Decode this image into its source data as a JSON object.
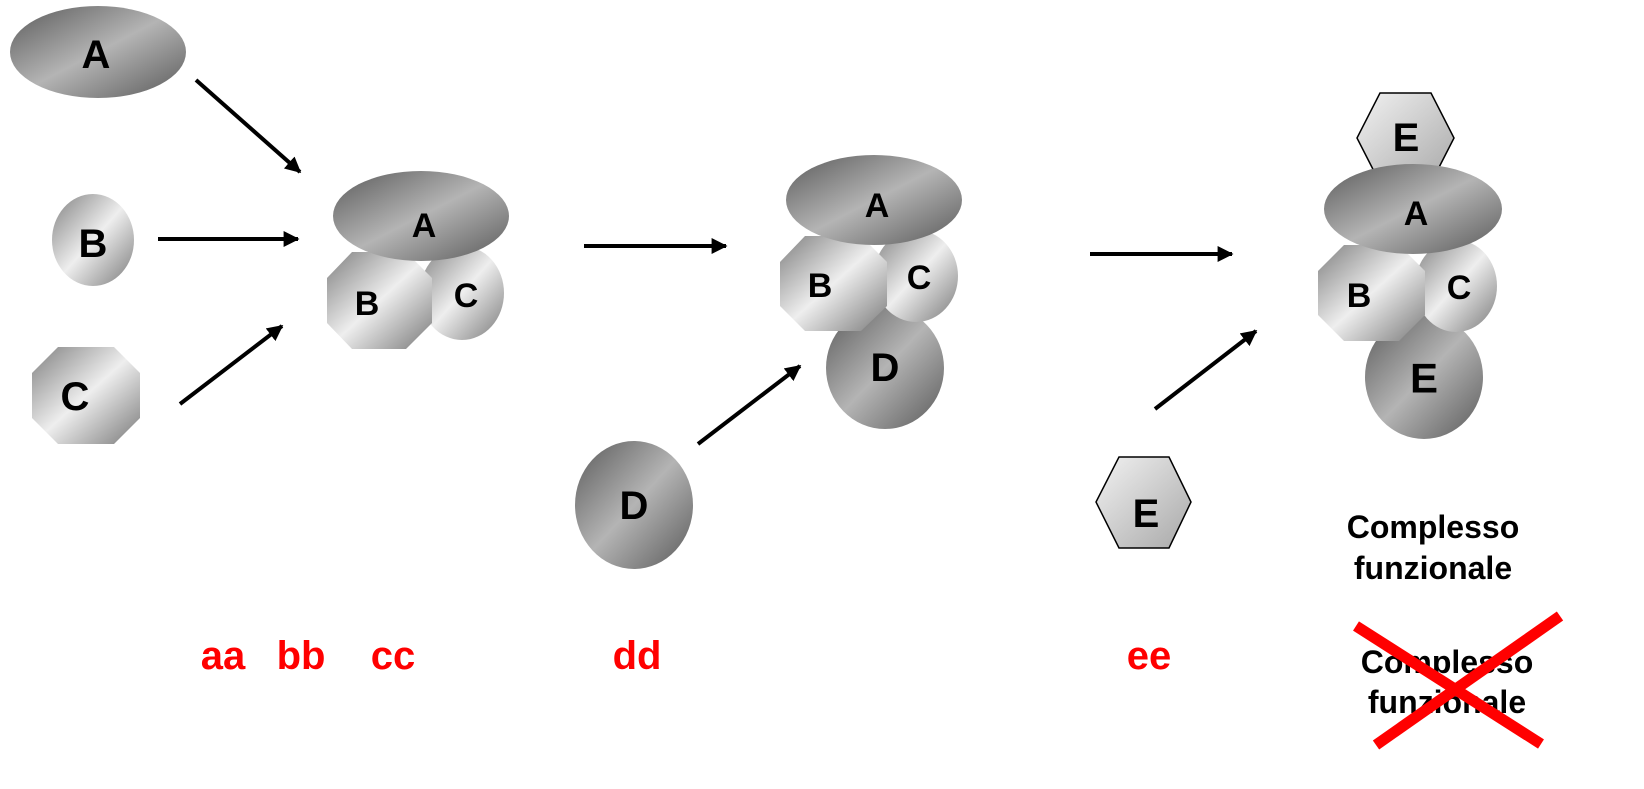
{
  "proteins": {
    "free_a": "A",
    "free_b": "B",
    "free_c": "C",
    "free_d": "D",
    "free_e": "E",
    "complex1_a": "A",
    "complex1_b": "B",
    "complex1_c": "C",
    "complex2_a": "A",
    "complex2_b": "B",
    "complex2_c": "C",
    "complex2_d": "D",
    "complex3_e": "E",
    "complex3_a": "A",
    "complex3_b": "B",
    "complex3_c": "C",
    "complex3_e_bottom": "E"
  },
  "mutations": {
    "aa": "aa",
    "bb": "bb",
    "cc": "cc",
    "dd": "dd",
    "ee": "ee"
  },
  "captions": {
    "functional_line1": "Complesso",
    "functional_line2": "funzionale",
    "nonfunctional_line1": "Complesso",
    "nonfunctional_line2": "funzionale"
  },
  "colors": {
    "mutation_label": "#ff0000",
    "cross_mark": "#ff0000",
    "dark_protein": "#8a8a8a",
    "light_protein": "#c8c8c8"
  },
  "icons": {
    "ellipse_shape": "ellipse",
    "octagon_shape": "octagon",
    "hexagon_shape": "hexagon",
    "cross_mark": "x-mark"
  }
}
